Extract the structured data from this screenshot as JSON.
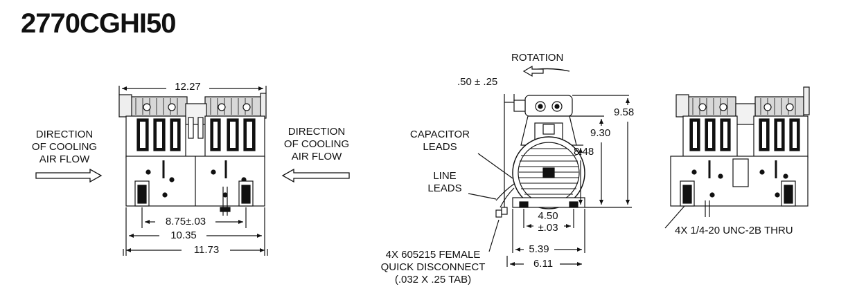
{
  "title": "2770CGHI50",
  "front_view": {
    "dim_width_top": "12.27",
    "dim_mount_spacing": "8.75±.03",
    "dim_base_width": "10.35",
    "dim_overall_width": "11.73",
    "airflow_left": [
      "DIRECTION",
      "OF COOLING",
      "AIR FLOW"
    ],
    "airflow_right": [
      "DIRECTION",
      "OF COOLING",
      "AIR FLOW"
    ]
  },
  "side_view": {
    "rotation_label": "ROTATION",
    "dim_offset": ".50 ± .25",
    "dim_height_overall": "9.58",
    "dim_height_mid": "9.30",
    "dim_height_low": "8.48",
    "capacitor_leads": [
      "CAPACITOR",
      "LEADS"
    ],
    "line_leads": [
      "LINE",
      "LEADS"
    ],
    "dim_base_inner_1": "4.50",
    "dim_base_inner_2": "±.03",
    "dim_base_mid": "5.39",
    "dim_base_overall": "6.11",
    "disconnect_note": [
      "4X 605215 FEMALE",
      "QUICK DISCONNECT",
      "(.032 X .25 TAB)"
    ]
  },
  "rear_view": {
    "thread_note": "4X 1/4-20 UNC-2B THRU"
  }
}
